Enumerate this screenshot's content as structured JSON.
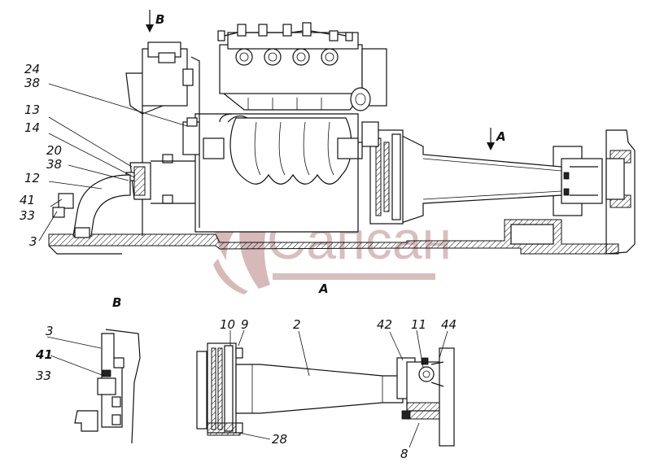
{
  "view_labels": {
    "view_b_arrow": "B",
    "view_a_arrow": "A",
    "view_a_title": "A",
    "view_b_title": "B"
  },
  "callouts": {
    "c24": "24",
    "c38a": "38",
    "c13": "13",
    "c14": "14",
    "c20": "20",
    "c38b": "38",
    "c12": "12",
    "c41a": "41",
    "c33a": "33",
    "c3a": "3",
    "c3b": "3",
    "c41b": "41",
    "c33b": "33",
    "c10": "10",
    "c9": "9",
    "c2": "2",
    "c42": "42",
    "c11": "11",
    "c44": "44",
    "c28": "28",
    "c8": "8"
  },
  "watermark": {
    "text": "Сапсан"
  },
  "colors": {
    "line": "#111111",
    "watermark": "#c9a2a2",
    "background": "#ffffff"
  }
}
